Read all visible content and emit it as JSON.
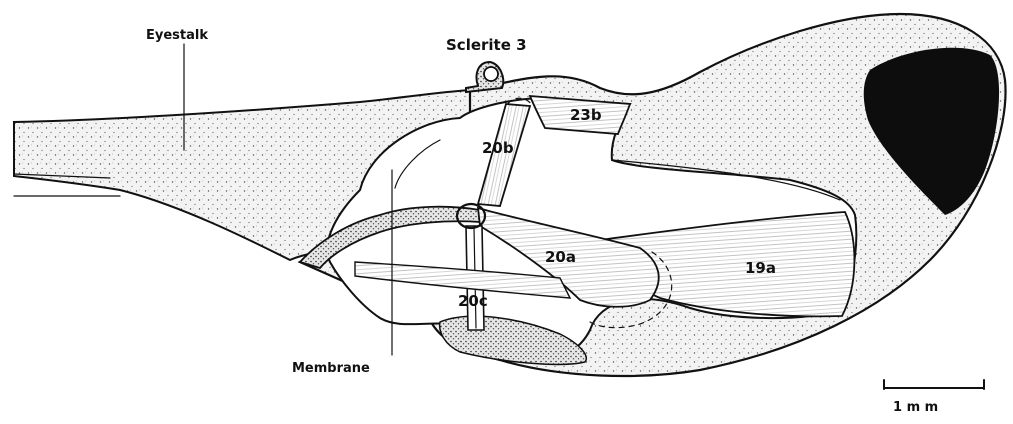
{
  "figure": {
    "labels": {
      "eyestalk": "Eyestalk",
      "sclerite3": "Sclerite 3",
      "m23b": "23b",
      "m20b": "20b",
      "m20a": "20a",
      "m19a": "19a",
      "m20c": "20c",
      "membrane": "Membrane"
    },
    "scale_bar": {
      "label": "1 m m"
    }
  }
}
